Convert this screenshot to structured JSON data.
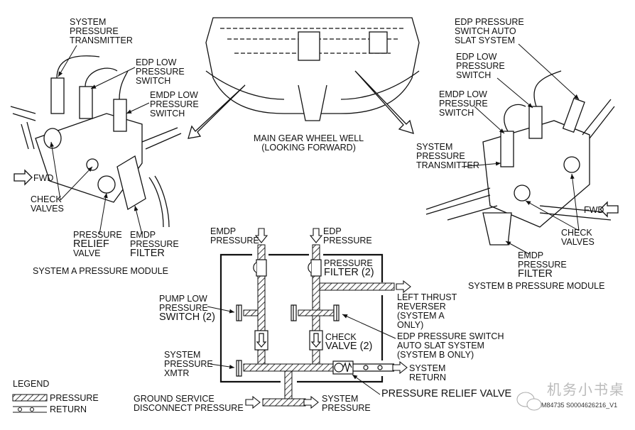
{
  "system_a": {
    "title": "SYSTEM A PRESSURE MODULE",
    "transmitter": [
      "SYSTEM",
      "PRESSURE",
      "TRANSMITTER"
    ],
    "edp_low": [
      "EDP LOW",
      "PRESSURE",
      "SWITCH"
    ],
    "emdp_low": [
      "EMDP LOW",
      "PRESSURE",
      "SWITCH"
    ],
    "fwd": "FWD",
    "check_valves": [
      "CHECK",
      "VALVES"
    ],
    "relief_valve": [
      "PRESSURE",
      "RELIEF",
      "VALVE"
    ],
    "emdp_filter": [
      "EMDP",
      "PRESSURE",
      "FILTER"
    ]
  },
  "wheel_well": [
    "MAIN GEAR WHEEL WELL",
    "(LOOKING FORWARD)"
  ],
  "system_b": {
    "title": "SYSTEM B PRESSURE MODULE",
    "edp_auto_slat": [
      "EDP PRESSURE",
      "SWITCH AUTO",
      "SLAT SYSTEM"
    ],
    "edp_low": [
      "EDP LOW",
      "PRESSURE",
      "SWITCH"
    ],
    "emdp_low": [
      "EMDP LOW",
      "PRESSURE",
      "SWITCH"
    ],
    "transmitter": [
      "SYSTEM",
      "PRESSURE",
      "TRANSMITTER"
    ],
    "fwd": "FWD",
    "check_valves": [
      "CHECK",
      "VALVES"
    ],
    "emdp_filter": [
      "EMDP",
      "PRESSURE",
      "FILTER"
    ]
  },
  "schematic": {
    "emdp_pressure": [
      "EMDP",
      "PRESSURE"
    ],
    "edp_pressure": [
      "EDP",
      "PRESSURE"
    ],
    "pressure_filter": [
      "PRESSURE",
      "FILTER (2)"
    ],
    "left_thrust_reverser": [
      "LEFT THRUST",
      "REVERSER",
      "(SYSTEM A",
      "ONLY)"
    ],
    "pump_low_switch": [
      "PUMP LOW",
      "PRESSURE",
      "SWITCH (2)"
    ],
    "check_valve": [
      "CHECK",
      "VALVE (2)"
    ],
    "edp_switch_auto_slat": [
      "EDP PRESSURE SWITCH",
      "AUTO SLAT SYSTEM",
      "(SYSTEM B ONLY)"
    ],
    "system_pressure_xmtr": [
      "SYSTEM",
      "PRESSURE",
      "XMTR"
    ],
    "system_return": [
      "SYSTEM",
      "RETURN"
    ],
    "relief_valve": "PRESSURE RELIEF VALVE",
    "ground_service": [
      "GROUND SERVICE",
      "DISCONNECT PRESSURE"
    ],
    "system_pressure": [
      "SYSTEM",
      "PRESSURE"
    ]
  },
  "legend": {
    "title": "LEGEND",
    "pressure": "PRESSURE",
    "return": "RETURN"
  },
  "watermark": "机务小书桌",
  "figure_id": "M84735 S0004626216_V1"
}
